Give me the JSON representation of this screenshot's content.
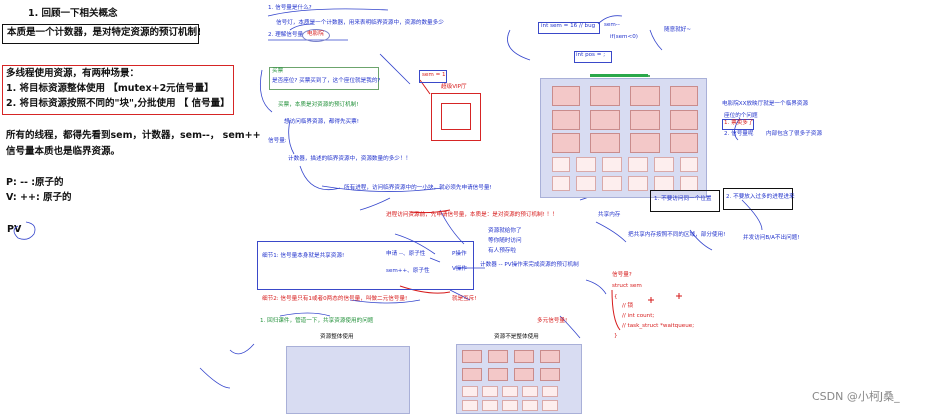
{
  "left": {
    "heading": "1. 回顾一下相关概念",
    "essence": "本质是一个计数器，是对特定资源的预订机制!",
    "scenarios_title": "多线程使用资源，有两种场景：",
    "scenario1": "1. 将目标资源整体使用 【mutex+2元信号量】",
    "scenario2": "2. 将目标资源按照不同的\"块\",分批使用 【 信号量】",
    "para1": "所有的线程，都得先看到sem，计数器，sem--， sem++",
    "para2": "信号量本质也是临界资源。",
    "p_line": "P: -- :原子的",
    "v_line": "V: ++: 原子的",
    "pv": "PV"
  },
  "notes": {
    "q1": "1. 信号量是什么?",
    "q1_ans": "信号灯，本质是一个计数器，用来表明临界资源中，资源的数量多少",
    "q2": "2. 理解信号量",
    "movie": "电影院",
    "buy_ticket": "买票",
    "is_seat": "是否座位? 买票买到了，这个座位就是我的?",
    "buy_essence": "买票，本质是对资源的预订机制!",
    "want_access": "想访问临界资源，都得先买票!",
    "sem_q": "信号量:",
    "counter": "计数器，描述的临界资源中，资源数量的多少！！",
    "all_threads": "所有进程，访问临界资源中的一小块，就必须先申请信号量!",
    "before_access": "进程访问资源前，先申请信号量，本质是：是对资源的预订机制! ！！",
    "vip": "超级VIP厅",
    "shared_mem": "共享内存",
    "split_parts": "把共享内存按照不同的区域，部分使用!",
    "diff_access": "并发访问B/A不出问题!",
    "access_same": "1. 不要访问同一个位置",
    "no_excess": "2. 不要放入过多的进程进来",
    "cinema_xx": "电影院XX放映厅就是一个临界资源",
    "cinema_need": "座位的个问题",
    "n1": "1. 票卖多了",
    "n2": "2. 信号量呢",
    "inside_seats": "内部包含了很多子资源",
    "resource_given": "资源就给你了",
    "wait_access": "等你随时访问",
    "someone_in": "有人预存啦",
    "detail1": "细节1: 信号量本身就是共享资源!",
    "apply": "申请 --、原子性",
    "release": "sem++、原子性",
    "p_op": "P操作",
    "v_op": "V操作",
    "pv_complete": "计数器 -- PV操作来完成资源的预订机制",
    "detail2": "细节2: 信号量只有1或者0两态的信号量，叫做二元信号量!",
    "is_lock": "就是互斥!",
    "recall": "1. 回归课件，管道一下，共享资源使用的问题",
    "whole_res": "资源整体使用",
    "multi_sem": "多元信号量!",
    "nonwhole_res": "资源不是整体使用",
    "sem_code": "int sem = 16 // bug",
    "sem_code2": "sem--",
    "if_code": "if(sem<0)",
    "int_pos": "int pos = ;",
    "check_book": "随意就好~",
    "sem_eq": "sem = 1",
    "struct_q": "信号量?",
    "struct_kw": "struct sem",
    "brace_open": "{",
    "lock_field": "// 锁",
    "count_field": "// int count;",
    "queue_field": "// task_struct *waitqueue;",
    "brace_close": "}",
    "watermark": "CSDN @小柯J桑_"
  },
  "colors": {
    "red": "#d61a1a",
    "blue": "#2233cc",
    "green": "#22913a",
    "panel": "#d8dcf2",
    "cell": "#f3c8c8"
  }
}
